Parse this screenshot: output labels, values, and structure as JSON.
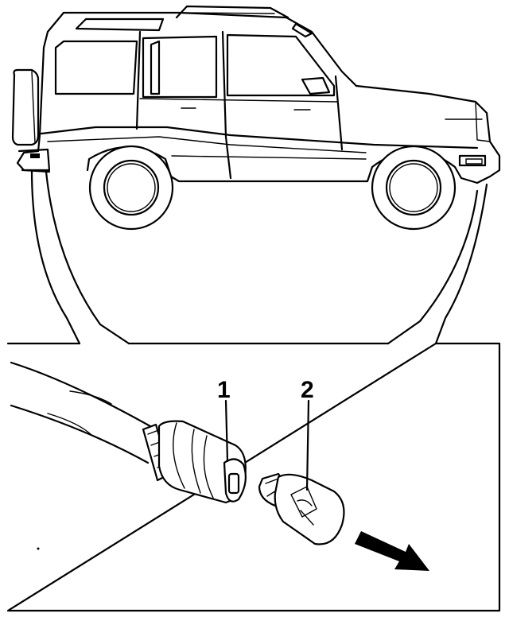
{
  "diagram": {
    "callouts": [
      {
        "id": "1",
        "text": "1"
      },
      {
        "id": "2",
        "text": "2"
      }
    ],
    "colors": {
      "ink": "#000000",
      "paper": "#ffffff"
    },
    "icons": [
      "vehicle-side-view",
      "bulb-holder",
      "wedge-bulb",
      "removal-arrow"
    ]
  }
}
